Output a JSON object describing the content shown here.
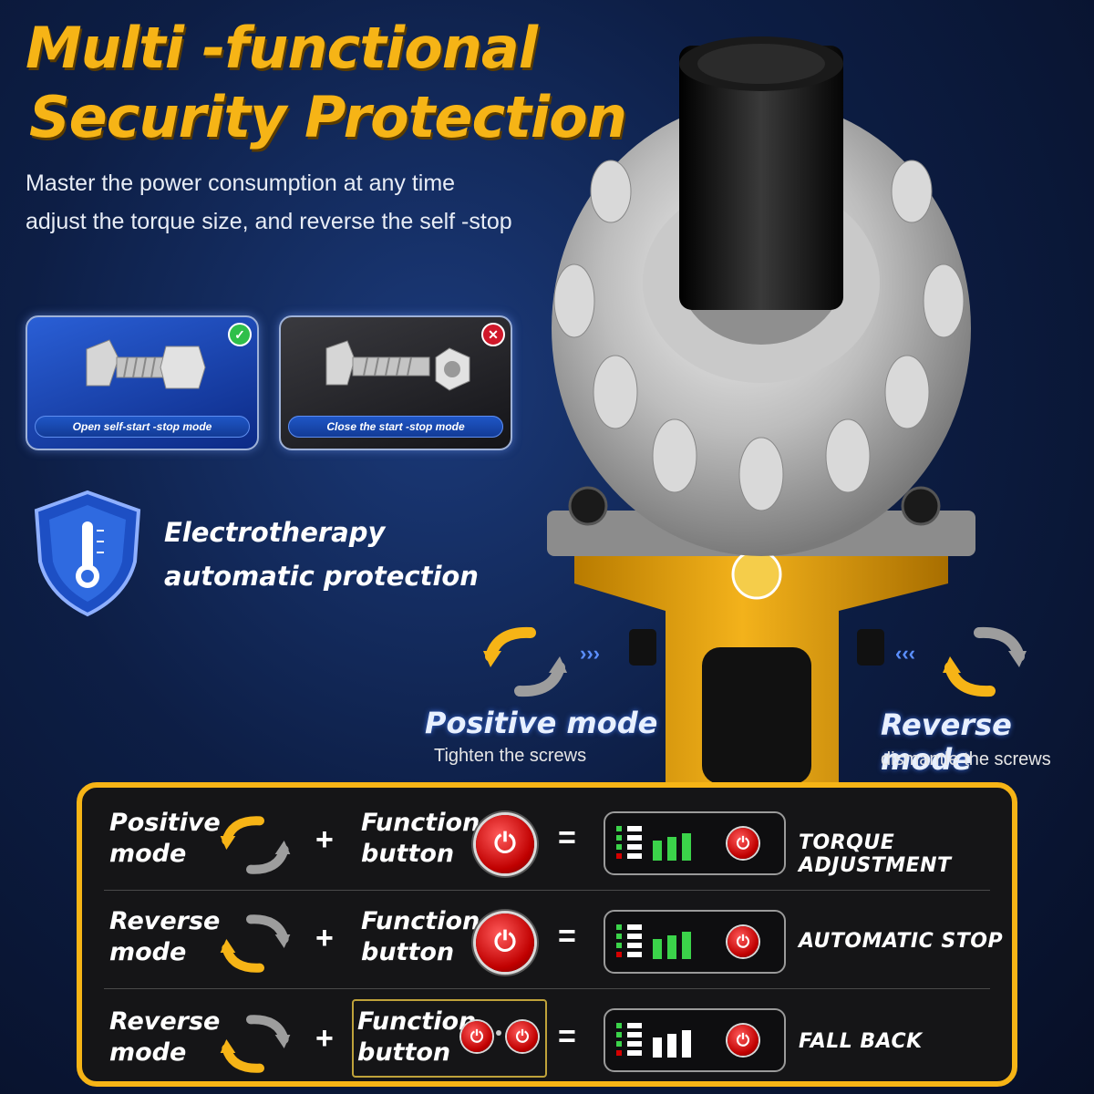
{
  "heading": {
    "line1": "Multi -functional",
    "line2": "Security Protection",
    "sub_line1": "Master the power consumption at any time",
    "sub_line2": "adjust the torque size, and reverse the self -stop"
  },
  "cards": [
    {
      "label": "Open self-start -stop mode",
      "badge": "check",
      "badge_color": "#2fbf4a"
    },
    {
      "label": "Close the start -stop mode",
      "badge": "cross",
      "badge_color": "#d0182a"
    }
  ],
  "protection": {
    "line1": "Electrotherapy",
    "line2": "automatic protection"
  },
  "modes": {
    "positive": {
      "title": "Positive mode",
      "sub": "Tighten the screws"
    },
    "reverse": {
      "title": "Reverse mode",
      "sub": "dismantle the screws"
    }
  },
  "combos": [
    {
      "mode_line1": "Positive",
      "mode_line2": "mode",
      "fn_line1": "Function",
      "fn_line2": "button",
      "result": "TORQUE ADJUSTMENT",
      "double_press": false
    },
    {
      "mode_line1": "Reverse",
      "mode_line2": "mode",
      "fn_line1": "Function",
      "fn_line2": "button",
      "result": "AUTOMATIC STOP",
      "double_press": false
    },
    {
      "mode_line1": "Reverse",
      "mode_line2": "mode",
      "fn_line1": "Function",
      "fn_line2": "button",
      "result": "FALL BACK",
      "double_press": true
    }
  ],
  "symbols": {
    "plus": "+",
    "equals": "="
  },
  "colors": {
    "accent": "#f6b416",
    "panel_bg": "#151517",
    "power_red": "#d40000",
    "led_green": "#3bd34a"
  }
}
